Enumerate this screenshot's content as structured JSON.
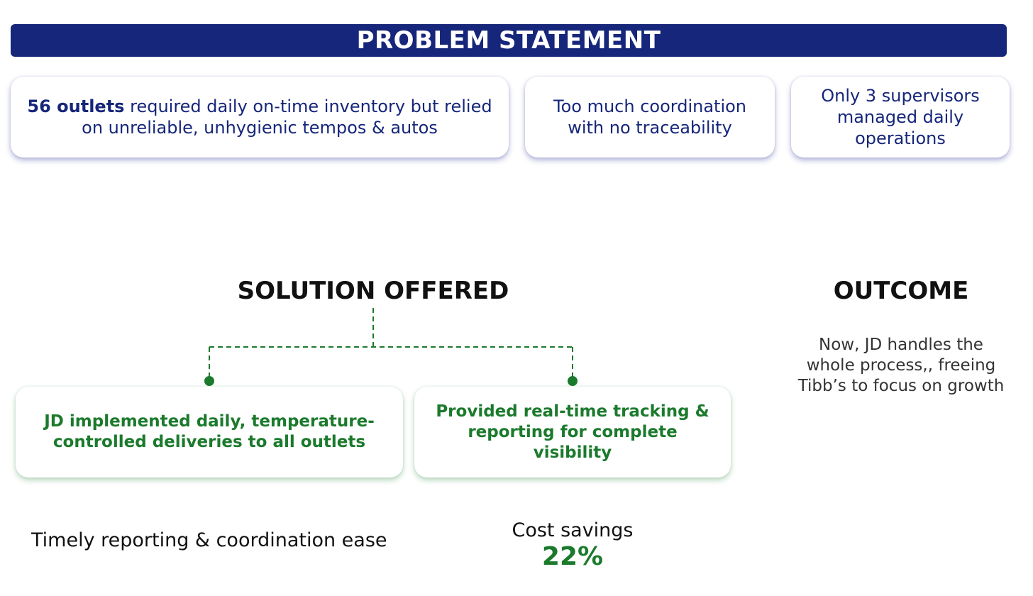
{
  "banner": {
    "title": "PROBLEM STATEMENT"
  },
  "problems": [
    {
      "bold": "56 outlets",
      "text": " required daily on-time inventory but relied on unreliable, unhygienic tempos & autos"
    },
    {
      "text": "Too much coordination with no traceability"
    },
    {
      "text": "Only 3 supervisors managed daily operations"
    }
  ],
  "solution": {
    "heading": "SOLUTION OFFERED",
    "items": [
      {
        "text": "JD implemented daily, temperature-controlled deliveries to all outlets"
      },
      {
        "text": "Provided real-time tracking & reporting for complete visibility"
      }
    ]
  },
  "outcome": {
    "heading": "OUTCOME",
    "description": "Now, JD handles the whole process,, freeing Tibb’s to focus on growth"
  },
  "metrics": {
    "reporting": "Timely reporting & coordination ease",
    "cost_label": "Cost savings",
    "cost_value": "22%"
  },
  "colors": {
    "navy": "#16267a",
    "green": "#1b7a2c"
  }
}
